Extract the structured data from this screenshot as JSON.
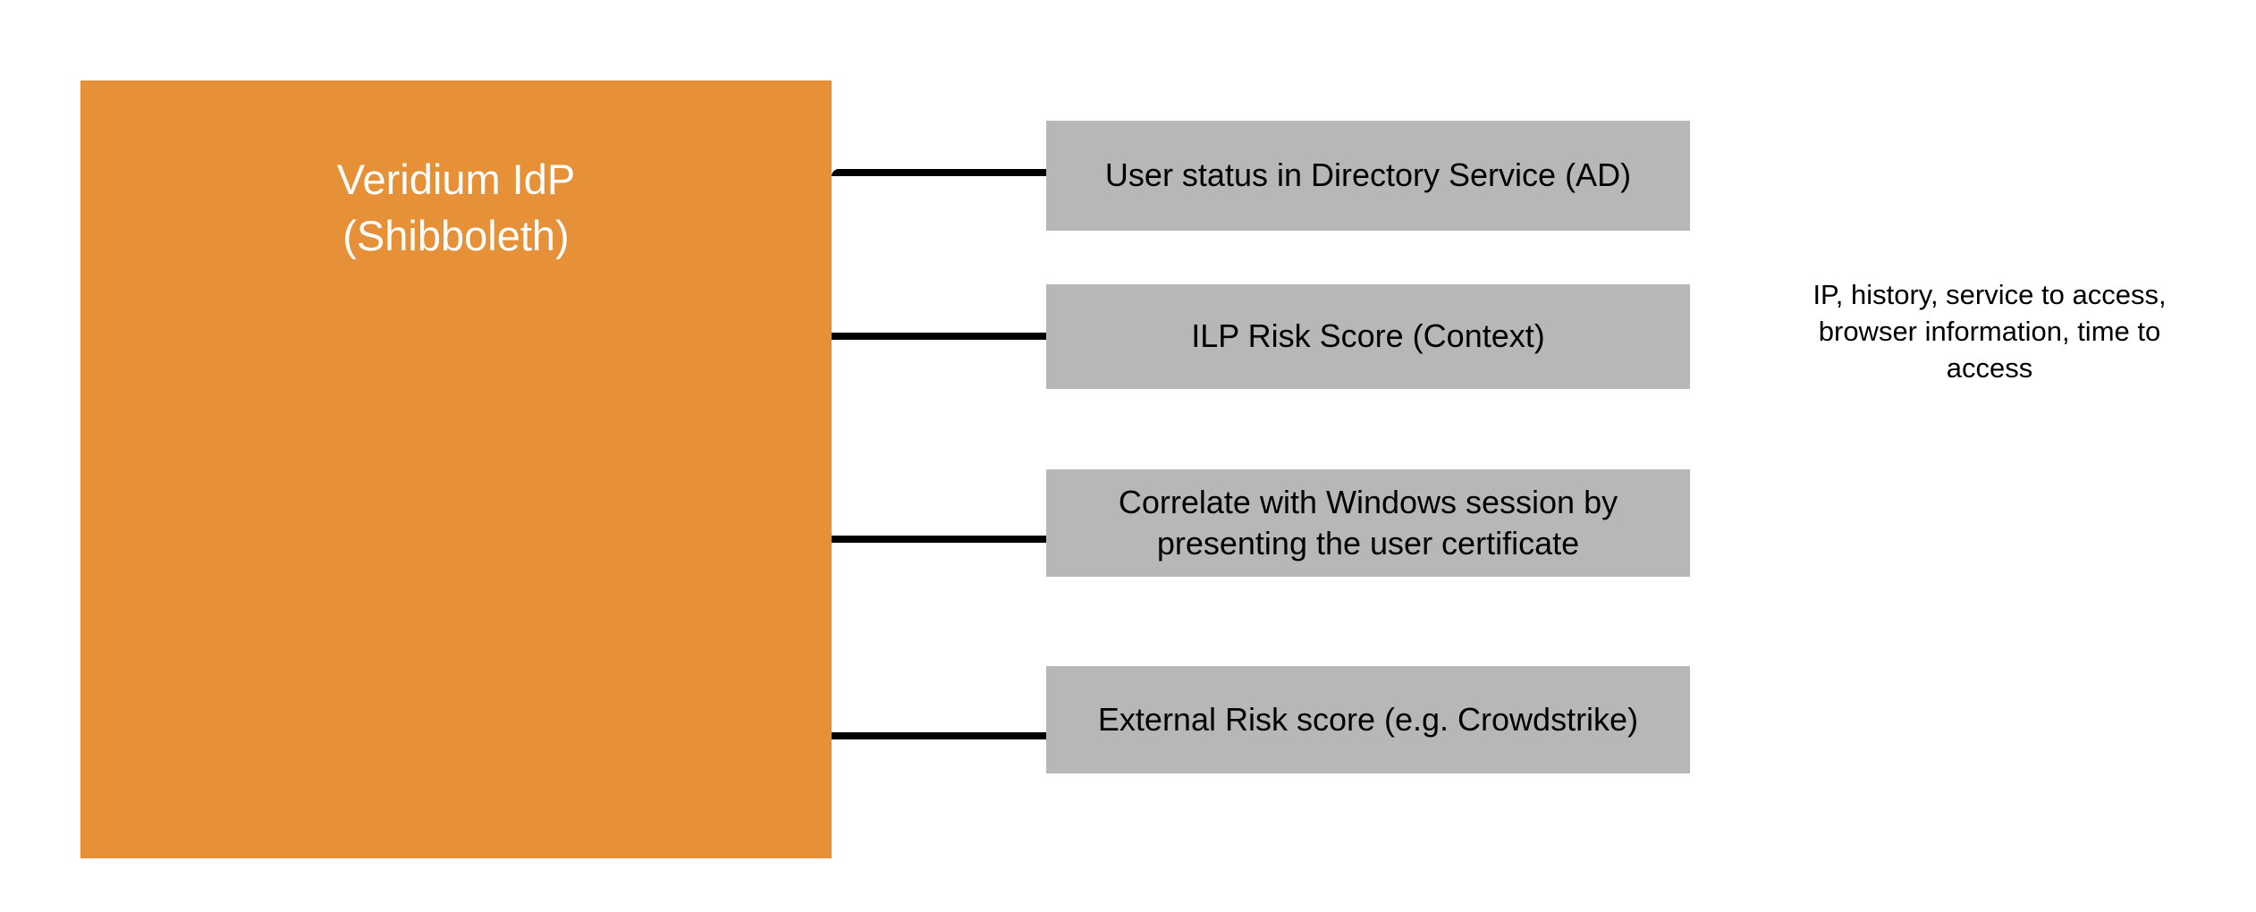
{
  "diagram": {
    "colors": {
      "idp_fill": "#e69138",
      "idp_text": "#ffffff",
      "factor_fill": "#b7b7b7",
      "factor_text": "#000000",
      "connector": "#000000",
      "background": "#ffffff"
    },
    "idp_node": {
      "label": "Veridium IdP\n(Shibboleth)"
    },
    "factors": [
      {
        "label": "User status in Directory Service (AD)"
      },
      {
        "label": "ILP Risk Score (Context)"
      },
      {
        "label": "Correlate with Windows session by\npresenting the user certificate"
      },
      {
        "label": "External Risk score (e.g. Crowdstrike)"
      }
    ],
    "annotation": {
      "text": "IP, history, service to access,\nbrowser information, time to\naccess"
    }
  }
}
